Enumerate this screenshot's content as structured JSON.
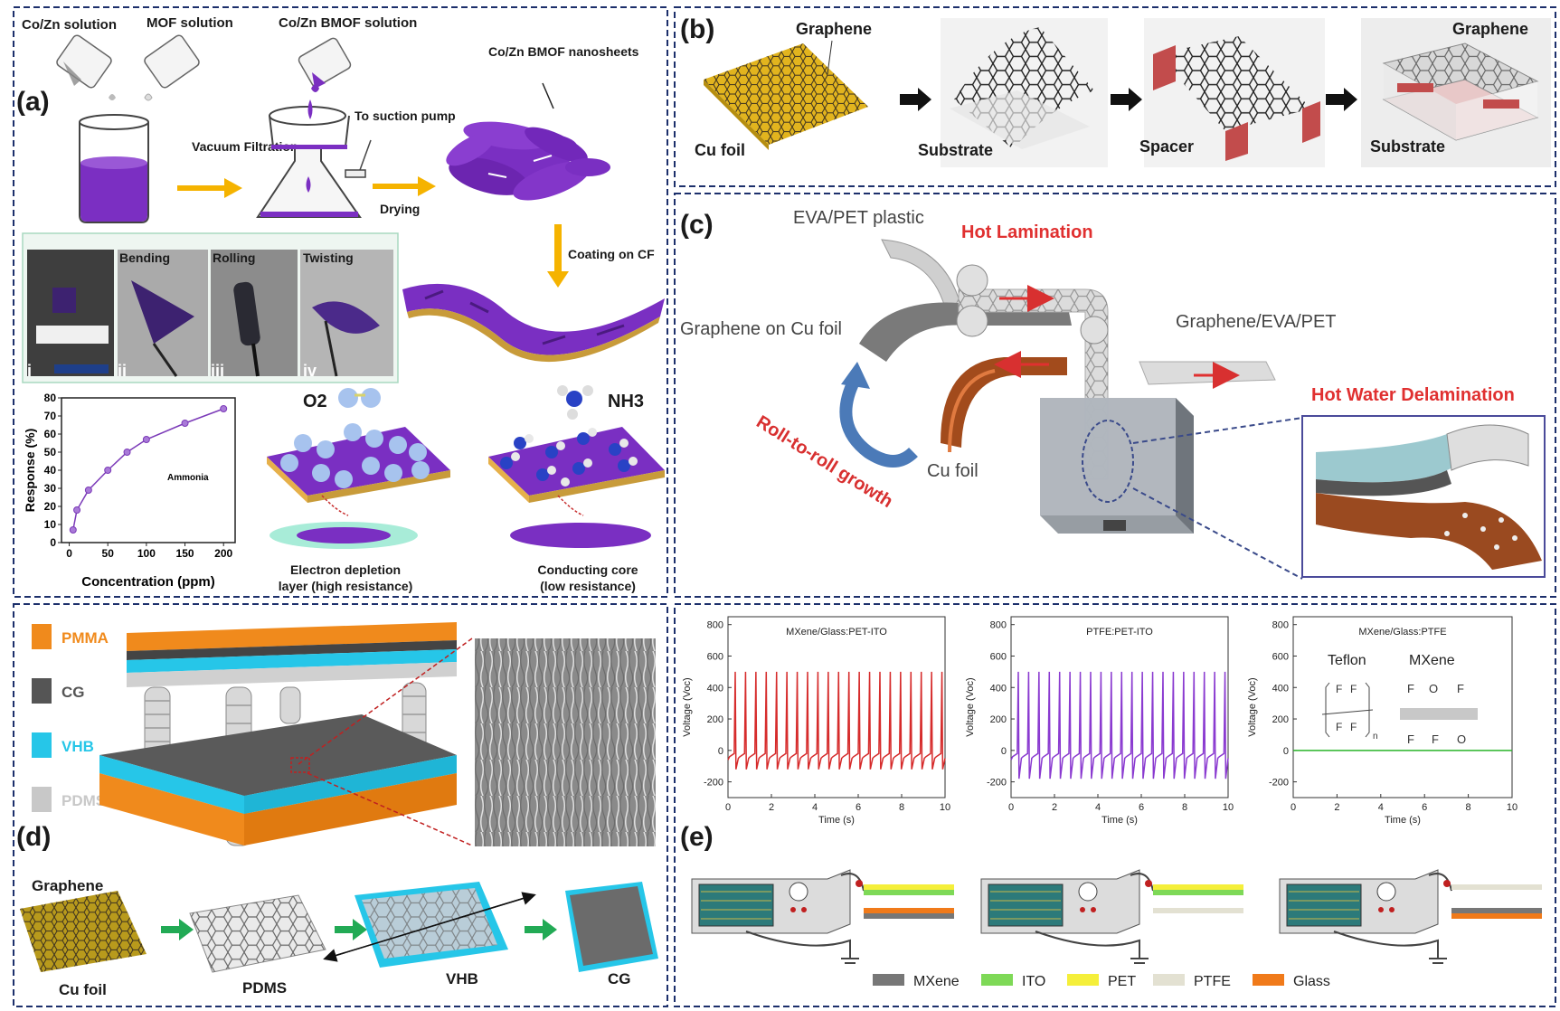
{
  "panel_a": {
    "label": "(a)",
    "co_zn_solution": "Co/Zn solution",
    "mof_solution": "MOF solution",
    "bmof_solution": "Co/Zn BMOF solution",
    "bmof_nanosheets": "Co/Zn BMOF nanosheets",
    "to_suction_pump": "To suction pump",
    "vacuum_filtration": "Vacuum Filtration",
    "drying": "Drying",
    "coating_on_cf": "Coating on CF",
    "photo_labels": [
      "Bending",
      "Rolling",
      "Twisting"
    ],
    "photo_numerals": [
      "i",
      "ii",
      "iii",
      "iv"
    ],
    "o2": "O2",
    "nh3": "NH3",
    "electron_depletion": [
      "Electron depletion",
      "layer (high resistance)"
    ],
    "conducting_core": [
      "Conducting core",
      "(low resistance)"
    ],
    "chart_data": {
      "type": "line",
      "x": [
        5,
        10,
        25,
        50,
        75,
        100,
        150,
        200
      ],
      "y": [
        7,
        18,
        29,
        40,
        50,
        57,
        66,
        74
      ],
      "annotation": "Ammonia",
      "xlabel": "Concentration (ppm)",
      "ylabel": "Response (%)",
      "xticks": [
        0,
        50,
        100,
        150,
        200
      ],
      "yticks": [
        0,
        10,
        20,
        30,
        40,
        50,
        60,
        70,
        80
      ],
      "xlim": [
        -10,
        215
      ],
      "ylim": [
        0,
        80
      ],
      "color": "#7b3ab8"
    }
  },
  "panel_b": {
    "label": "(b)",
    "graphene_1": "Graphene",
    "cu_foil": "Cu foil",
    "substrate_1": "Substrate",
    "spacer": "Spacer",
    "graphene_2": "Graphene",
    "substrate_2": "Substrate"
  },
  "panel_c": {
    "label": "(c)",
    "eva_pet": "EVA/PET plastic",
    "hot_lamination": "Hot Lamination",
    "graphene_on_cu": "Graphene on Cu foil",
    "graphene_eva_pet": "Graphene/EVA/PET",
    "hot_water_delamination": "Hot Water Delamination",
    "roll_to_roll": "Roll-to-roll growth",
    "cu_foil": "Cu foil"
  },
  "panel_d": {
    "label": "(d)",
    "legend": [
      {
        "name": "PMMA",
        "color": "#f08a1c"
      },
      {
        "name": "CG",
        "color": "#555555"
      },
      {
        "name": "VHB",
        "color": "#26c6e8"
      },
      {
        "name": "PDMS",
        "color": "#c8c8c8"
      }
    ],
    "graphene": "Graphene",
    "cu_foil": "Cu foil",
    "pdms": "PDMS",
    "vhb": "VHB",
    "cg": "CG"
  },
  "panel_e": {
    "label": "(e)",
    "chart_data": [
      {
        "type": "line",
        "title": "MXene/Glass:PET-ITO",
        "xlabel": "Time (s)",
        "ylabel": "Voltage (Voc)",
        "xlim": [
          0,
          10
        ],
        "ylim": [
          -300,
          850
        ],
        "xticks": [
          0,
          2,
          4,
          6,
          8,
          10
        ],
        "yticks": [
          -200,
          0,
          200,
          400,
          600,
          800
        ],
        "peaks": 21,
        "peak_value": 500,
        "trough_value": -120,
        "color": "#d62b2b"
      },
      {
        "type": "line",
        "title": "PTFE:PET-ITO",
        "xlabel": "Time (s)",
        "ylabel": "Voltage (Voc)",
        "xlim": [
          0,
          10
        ],
        "ylim": [
          -300,
          850
        ],
        "xticks": [
          0,
          2,
          4,
          6,
          8,
          10
        ],
        "yticks": [
          -200,
          0,
          200,
          400,
          600,
          800
        ],
        "peaks": 21,
        "peak_value": 500,
        "trough_value": -180,
        "color": "#8a3ad0"
      },
      {
        "type": "line",
        "title": "MXene/Glass:PTFE",
        "xlabel": "Time (s)",
        "ylabel": "Voltage (Voc)",
        "xlim": [
          0,
          10
        ],
        "ylim": [
          -300,
          850
        ],
        "xticks": [
          0,
          2,
          4,
          6,
          8,
          10
        ],
        "yticks": [
          -200,
          0,
          200,
          400,
          600,
          800
        ],
        "peaks": 0,
        "peak_value": 0,
        "trough_value": 0,
        "color": "#2ab52a"
      }
    ],
    "teflon": "Teflon",
    "mxene": "MXene",
    "legend": [
      {
        "name": "MXene",
        "color": "#777777"
      },
      {
        "name": "ITO",
        "color": "#7ed957"
      },
      {
        "name": "PET",
        "color": "#f5ef3a"
      },
      {
        "name": "PTFE",
        "color": "#e3e1d2"
      },
      {
        "name": "Glass",
        "color": "#f07a1a"
      }
    ]
  }
}
